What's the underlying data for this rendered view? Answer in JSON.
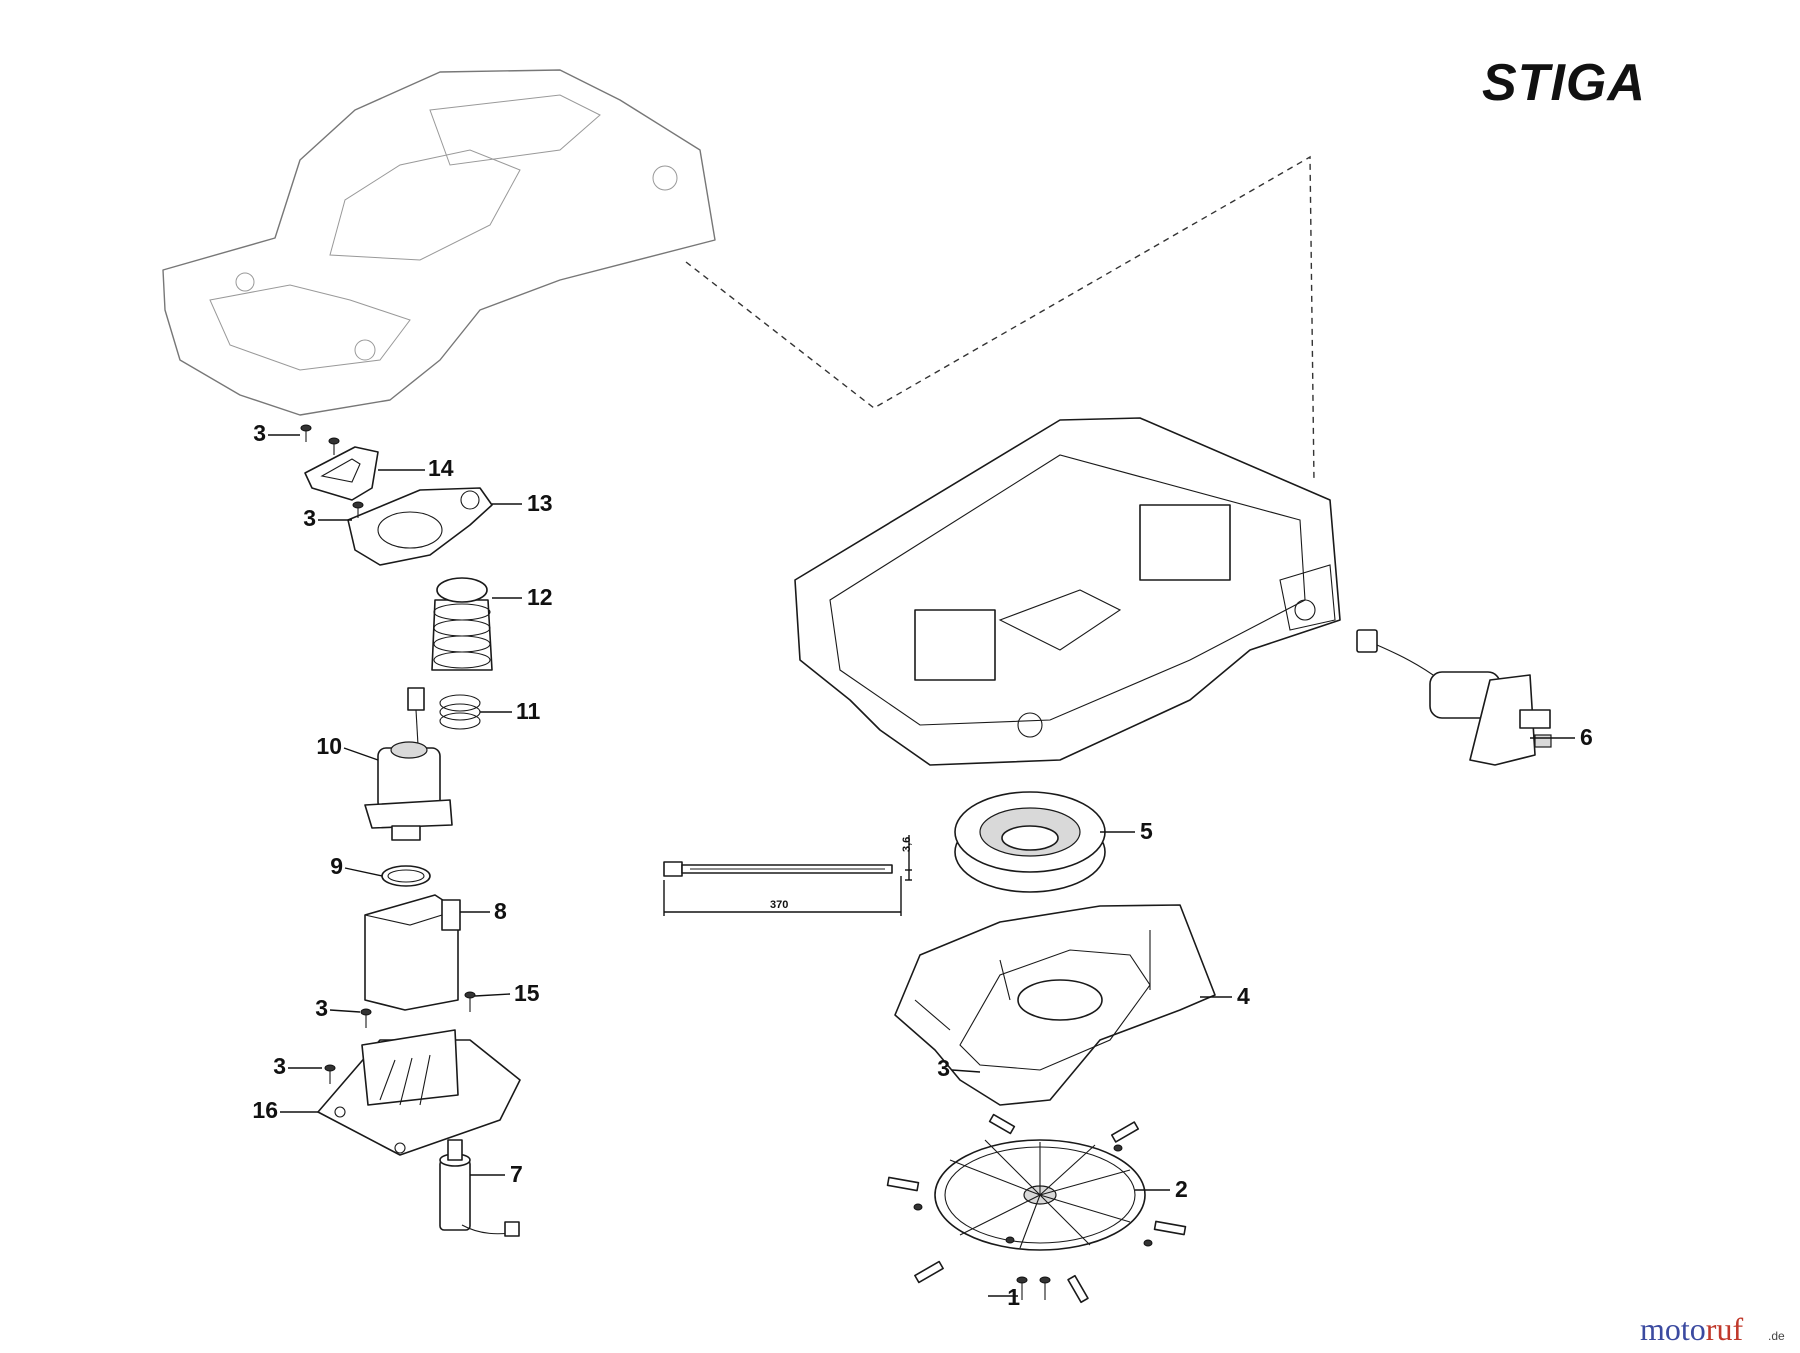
{
  "brand": {
    "logo_text": "STIGA"
  },
  "watermark": {
    "prefix": "moto",
    "main": "ruf",
    "suffix": ".de",
    "colors": [
      "#3b4aa0",
      "#c0392b",
      "#e6a817",
      "#2e8b3d"
    ]
  },
  "dimension": {
    "length": "370",
    "width": "3,6"
  },
  "callouts": {
    "c1": "1",
    "c2": "2",
    "c3a": "3",
    "c3b": "3",
    "c3c": "3",
    "c3d": "3",
    "c3e": "3",
    "c4": "4",
    "c5": "5",
    "c6": "6",
    "c7": "7",
    "c8": "8",
    "c9": "9",
    "c10": "10",
    "c11": "11",
    "c12": "12",
    "c13": "13",
    "c14": "14",
    "c15": "15",
    "c16": "16"
  }
}
